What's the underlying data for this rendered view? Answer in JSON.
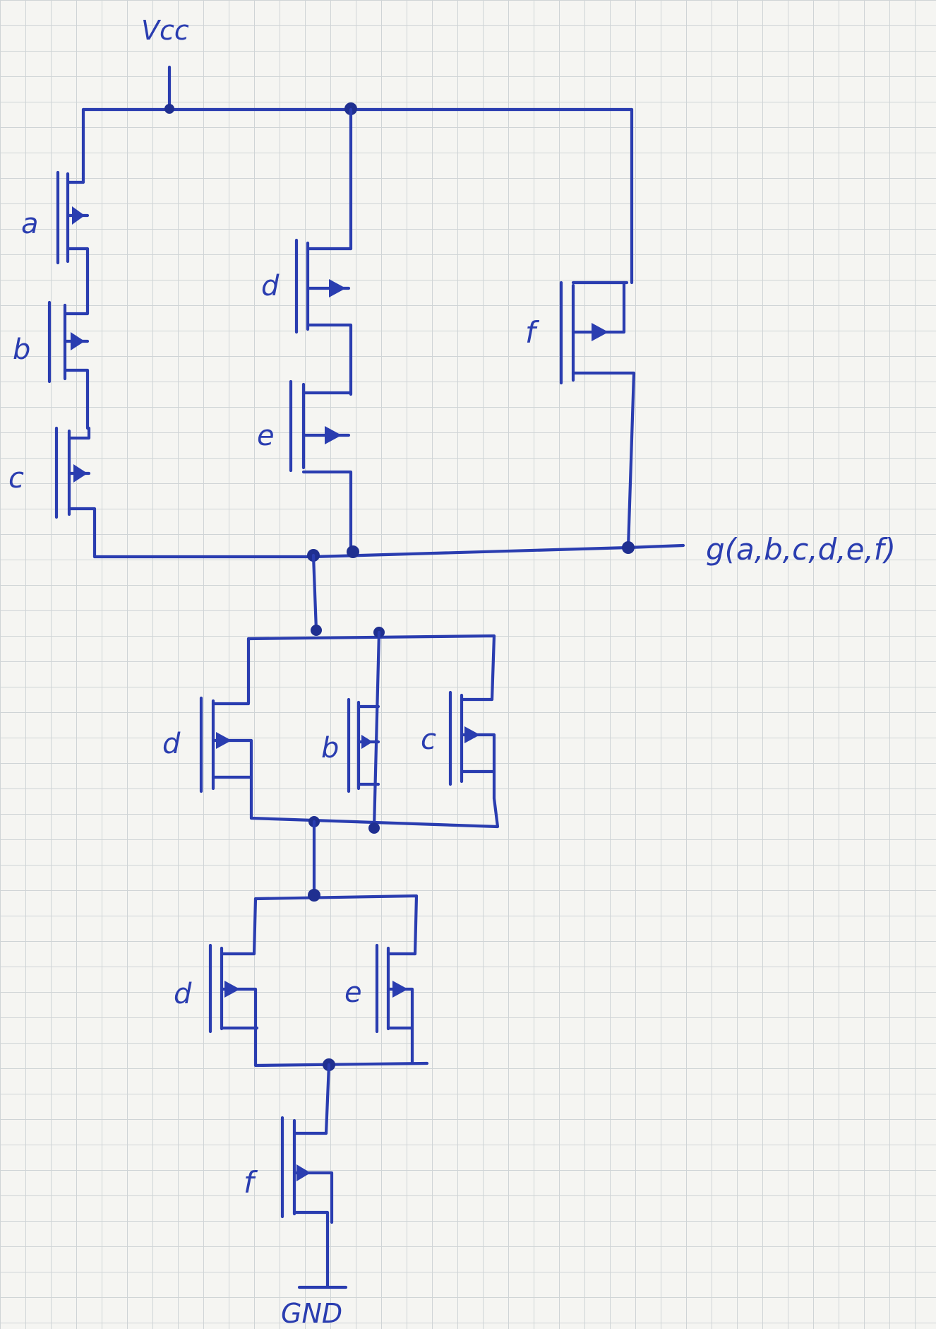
{
  "labels": {
    "vcc": "Vcc",
    "gnd": "GND",
    "output": "g(a,b,c,d,e,f)"
  },
  "pull_up": {
    "series_left": [
      "a",
      "b",
      "c"
    ],
    "series_middle": [
      "d",
      "e"
    ],
    "single_right": [
      "f"
    ]
  },
  "pull_down": {
    "parallel_top": [
      "d",
      "b",
      "c"
    ],
    "parallel_middle": [
      "d",
      "e"
    ],
    "series_bottom": [
      "f"
    ]
  },
  "colors": {
    "ink": "#2a3db0",
    "grid": "#cfd4d6",
    "paper": "#f5f5f2"
  }
}
